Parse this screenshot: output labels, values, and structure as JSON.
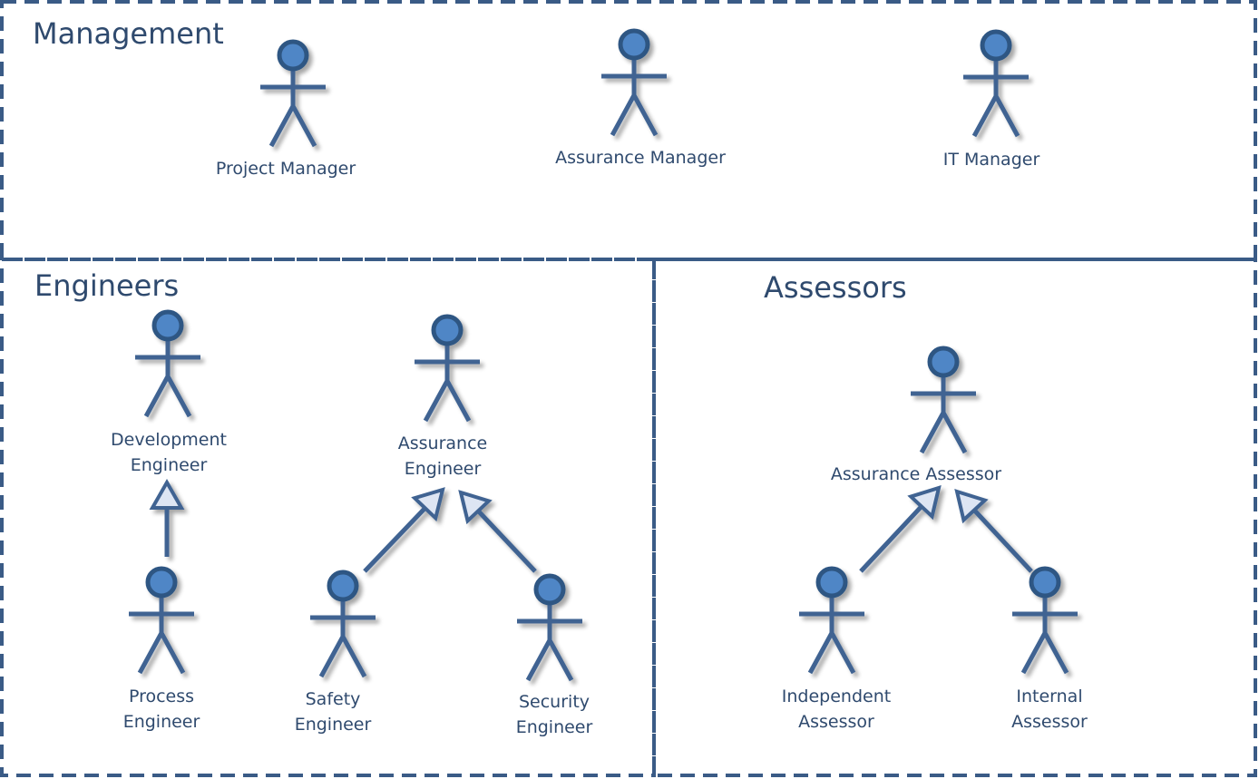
{
  "regions": {
    "management": {
      "title": "Management"
    },
    "engineers": {
      "title": "Engineers"
    },
    "assessors": {
      "title": "Assessors"
    }
  },
  "actors": {
    "project_manager": {
      "label": [
        "Project Manager"
      ]
    },
    "assurance_manager": {
      "label": [
        "Assurance Manager"
      ]
    },
    "it_manager": {
      "label": [
        "IT Manager"
      ]
    },
    "development_engineer": {
      "label": [
        "Development",
        "Engineer"
      ]
    },
    "process_engineer": {
      "label": [
        "Process",
        "Engineer"
      ]
    },
    "assurance_engineer": {
      "label": [
        "Assurance",
        "Engineer"
      ]
    },
    "safety_engineer": {
      "label": [
        "Safety",
        "Engineer"
      ]
    },
    "security_engineer": {
      "label": [
        "Security",
        "Engineer"
      ]
    },
    "assurance_assessor": {
      "label": [
        "Assurance Assessor"
      ]
    },
    "independent_assessor": {
      "label": [
        "Independent",
        "Assessor"
      ]
    },
    "internal_assessor": {
      "label": [
        "Internal",
        "Assessor"
      ]
    }
  },
  "generalizations": [
    {
      "from": "process_engineer",
      "to": "development_engineer"
    },
    {
      "from": "safety_engineer",
      "to": "assurance_engineer"
    },
    {
      "from": "security_engineer",
      "to": "assurance_engineer"
    },
    {
      "from": "independent_assessor",
      "to": "assurance_assessor"
    },
    {
      "from": "internal_assessor",
      "to": "assurance_assessor"
    }
  ],
  "colors": {
    "boundary": "#3a5b86",
    "actor_stroke": "#3f6392",
    "actor_head_fill": "#4f86c6",
    "text": "#2f4a6e",
    "arrow_head_fill": "#dde5f3"
  }
}
